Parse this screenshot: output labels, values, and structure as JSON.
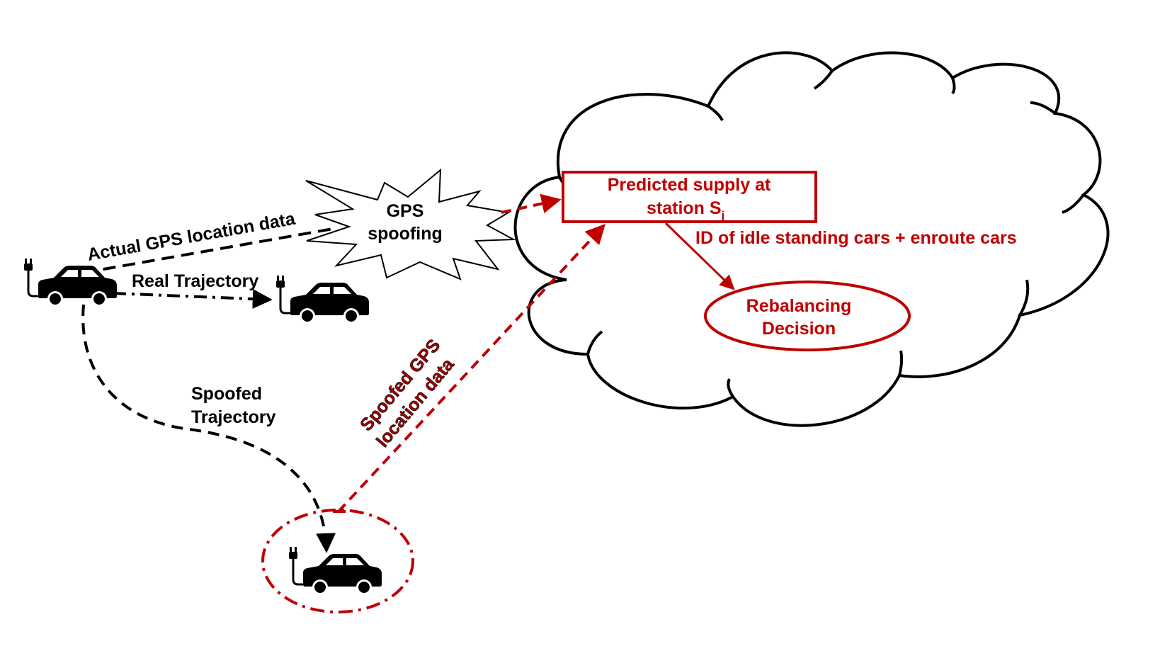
{
  "diagram": {
    "labels": {
      "actual_gps": "Actual GPS location data",
      "gps_spoofing_line1": "GPS",
      "gps_spoofing_line2": "spoofing",
      "real_trajectory": "Real Trajectory",
      "spoofed_trajectory_line1": "Spoofed",
      "spoofed_trajectory_line2": "Trajectory",
      "spoofed_gps_line1": "Spoofed GPS",
      "spoofed_gps_line2": "location data",
      "predicted_supply_line1": "Predicted supply at",
      "predicted_supply_line2_main": "station S",
      "predicted_supply_line2_sub": "j",
      "id_idle": "ID of idle standing cars + enroute cars",
      "rebalancing_line1": "Rebalancing",
      "rebalancing_line2": "Decision"
    },
    "icons": [
      "cloud-icon",
      "starburst-icon",
      "electric-car-icon"
    ],
    "colors": {
      "accent_red": "#c00000",
      "ink": "#000000"
    }
  }
}
